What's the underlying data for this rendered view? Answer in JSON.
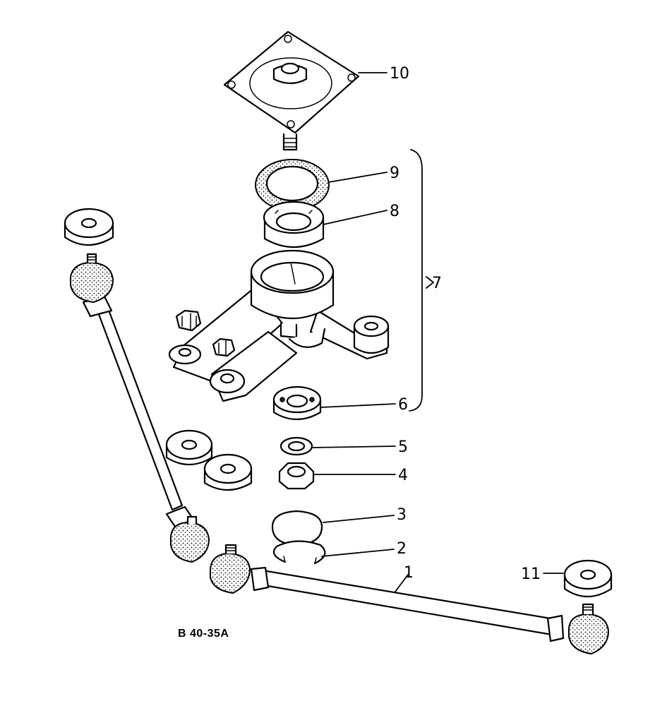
{
  "diagram": {
    "reference_code": "B 40-35A",
    "callouts": [
      {
        "id": "1",
        "text": "1"
      },
      {
        "id": "2",
        "text": "2"
      },
      {
        "id": "3",
        "text": "3"
      },
      {
        "id": "4",
        "text": "4"
      },
      {
        "id": "5",
        "text": "5"
      },
      {
        "id": "6",
        "text": "6"
      },
      {
        "id": "7",
        "text": "7"
      },
      {
        "id": "8",
        "text": "8"
      },
      {
        "id": "9",
        "text": "9"
      },
      {
        "id": "10",
        "text": "10"
      },
      {
        "id": "11",
        "text": "11"
      }
    ]
  },
  "colors": {
    "ink": "#000000",
    "paper": "#ffffff"
  }
}
